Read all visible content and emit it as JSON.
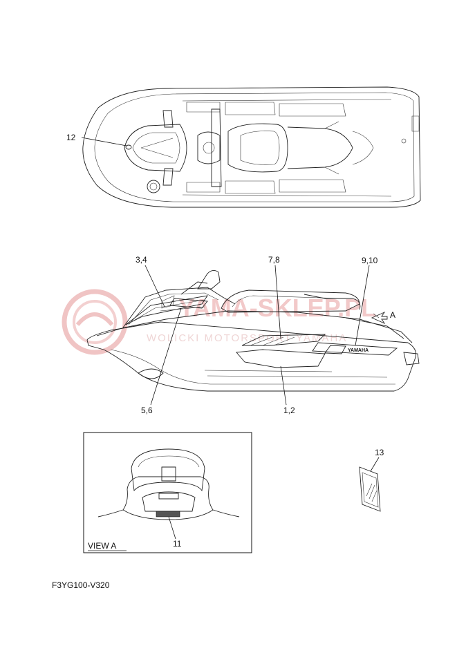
{
  "diagram": {
    "callouts": {
      "c12": "12",
      "c34": "3,4",
      "c78": "7,8",
      "c910": "9,10",
      "cA": "A",
      "c56": "5,6",
      "c12b": "1,2",
      "c13": "13",
      "c11": "11"
    },
    "view_label": "VIEW A",
    "hull_brand": "YAMAHA",
    "part_code": "F3YG100-V320"
  },
  "watermark": {
    "line1": "YAMA-SKLEP.PL",
    "line2": "WOLICKI MOTORSPORT YAMAHA",
    "color": "#e8a0a0"
  }
}
